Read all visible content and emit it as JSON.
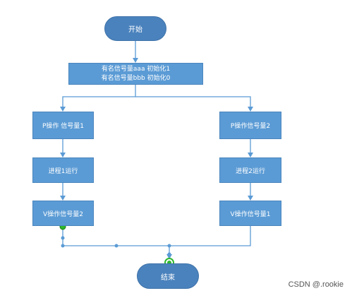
{
  "flowchart": {
    "start": "开始",
    "init": [
      "有名信号量aaa 初始化1",
      "有名信号量bbb 初始化0"
    ],
    "left": {
      "p_op": "P操作 信号量1",
      "run": "进程1运行",
      "v_op": "V操作信号量2"
    },
    "right": {
      "p_op": "P操作信号量2",
      "run": "进程2运行",
      "v_op": "V操作信号量1"
    },
    "end": "结束"
  },
  "watermark": "CSDN @.rookie",
  "colors": {
    "node_fill": "#5b9bd5",
    "terminal_fill": "#4a82bd",
    "connector": "#5b9bd5",
    "handle_green": "#2eb82e"
  }
}
